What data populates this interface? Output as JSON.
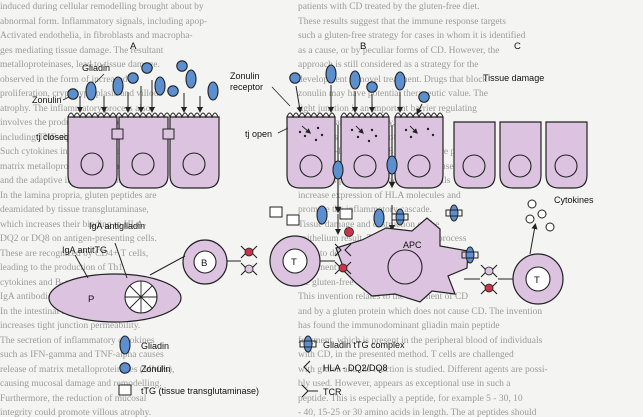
{
  "background_text": {
    "left": [
      "induced during cellular remodelling brought about by",
      "abnormal form. Inflammatory signals, including apop-",
      "Activated endothelia, in fibroblasts and macropha-",
      "ges mediating tissue damage. The resultant",
      "metalloproteinases, lead to tissue damage.",
      "observed in the form of increased",
      "proliferation, crypt hyperplasia and villous",
      "atrophy. The inflammatory process also",
      "involves the production of cytokines,",
      "including TNF-alpha and interferon gamma.",
      "Such cytokines induce the release of",
      "matrix metalloproteinases from fibroblasts",
      "and the adaptive immune response.",
      "In the lamina propria, gluten peptides are",
      "deamidated by tissue transglutaminase,",
      "which increases their binding to HLA-",
      "DQ2 or DQ8 on antigen-presenting cells.",
      "These are recognized by CD4+ T cells,",
      "leading to the production of Th1",
      "cytokines and B-cell help, resulting in",
      "IgA antibodies against gliadin and tTG.",
      "In the intestinal lumen, zonulin release",
      "increases tight junction permeability.",
      "The secretion of inflammatory cytokines",
      "such as IFN-gamma and TNF-alpha causes",
      "release of matrix metalloproteinases (MMPs),",
      "causing mucosal damage and remodelling.",
      "Furthermore, the reduction of mucosal",
      "integrity could promote villous atrophy."
    ],
    "right": [
      "patients with CD treated by the gluten-free diet.",
      "These results suggest that the immune response targets",
      "such a gluten-free strategy for cases in whom it is identified",
      "as a cause, or by peculiar forms of CD. However, the",
      "approach is still considered as a strategy for the",
      "development of novel treatment. Drugs that block",
      "zonulin may have potential therapeutic value. The",
      "tight junction is an important barrier regulating",
      "paracellular permeability, and zonulin",
      "may act as a modulator of its opening.",
      "The HLA-DQ2 and DQ8 molecules are present",
      "in nearly all patients with coeliac disease.",
      "Cytokines produced by activated T cells",
      "increase expression of HLA molecules and",
      "promote the inflammatory cascade.",
      "Tissue damage and destruction of the",
      "epithelium result. The inflammatory process",
      "leads to destruction of mucosal structure.",
      "Treatment options remain limited and",
      "the gluten-free diet is the mainstay.",
      "This invention relates to the treatment of CD",
      "and by a gluten protein which does not cause CD. The invention",
      "has found the immunodominant gliadin main peptide",
      "fragment, which is present in the peripheral blood of individuals",
      "with CD, in the presented method. T cells are challenged",
      "with gluten and the reaction is studied. Different agents are possi-",
      "bly used. However, appears as exceptional use in such a",
      "peptide. This is especially a peptide, for example 5 - 30, 10",
      "- 40, 15-25 or 30 amino acids in length. The at peptides should"
    ]
  },
  "labels": {
    "panel_a": "A",
    "panel_b": "B",
    "panel_c": "C",
    "gliadin": "Gliadin",
    "zonulin": "Zonulin",
    "tj_closed": "tj closed",
    "zonulin_receptor_1": "Zonulin",
    "zonulin_receptor_2": "receptor",
    "tj_open": "tj open",
    "tissue_damage": "Tissue damage",
    "cytokines": "Cytokines",
    "iga_anti_ttg": "IgA antitTG",
    "iga_antigliadin": "IgA antigliadin",
    "b_cell": "B",
    "t_cell_1": "T",
    "t_cell_2": "T",
    "apc": "APC",
    "plasma_cell": "P"
  },
  "legend": {
    "gliadin": "Gliadin",
    "zonulin": "Zonulin",
    "ttg": "tTG (tissue transglutaminase)",
    "complex": "Gliadin tTG complex",
    "hla": "HLA - DQ2/DQ8",
    "tcr": "TCR"
  },
  "colors": {
    "cell_fill": "#dcc4e0",
    "molecule_fill": "#5b8fd0",
    "red_dot": "#c8344a",
    "outline": "#222222"
  }
}
